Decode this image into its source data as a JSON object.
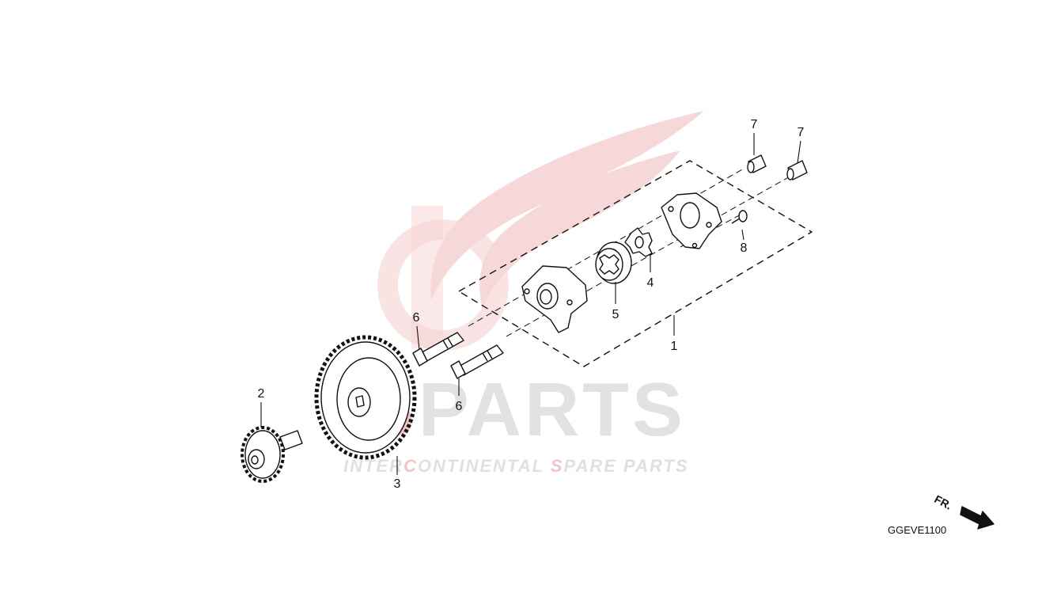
{
  "watermark": {
    "brand_red": "IS",
    "brand_gray": "PARTS",
    "tagline_parts": [
      {
        "text": "INTER",
        "red": false
      },
      {
        "text": "C",
        "red": true
      },
      {
        "text": "ONTINENTAL ",
        "red": false
      },
      {
        "text": "S",
        "red": true
      },
      {
        "text": "PARE PARTS",
        "red": false
      }
    ],
    "colors": {
      "red": "#f4c4c4",
      "gray": "#e2e2e2"
    }
  },
  "callouts": [
    {
      "id": "1",
      "label": "1"
    },
    {
      "id": "2",
      "label": "2"
    },
    {
      "id": "3",
      "label": "3"
    },
    {
      "id": "4",
      "label": "4"
    },
    {
      "id": "5",
      "label": "5"
    },
    {
      "id": "6a",
      "label": "6"
    },
    {
      "id": "6b",
      "label": "6"
    },
    {
      "id": "7a",
      "label": "7"
    },
    {
      "id": "7b",
      "label": "7"
    },
    {
      "id": "8",
      "label": "8"
    }
  ],
  "diagram_code": "GGEVE1100",
  "direction_label": "FR."
}
